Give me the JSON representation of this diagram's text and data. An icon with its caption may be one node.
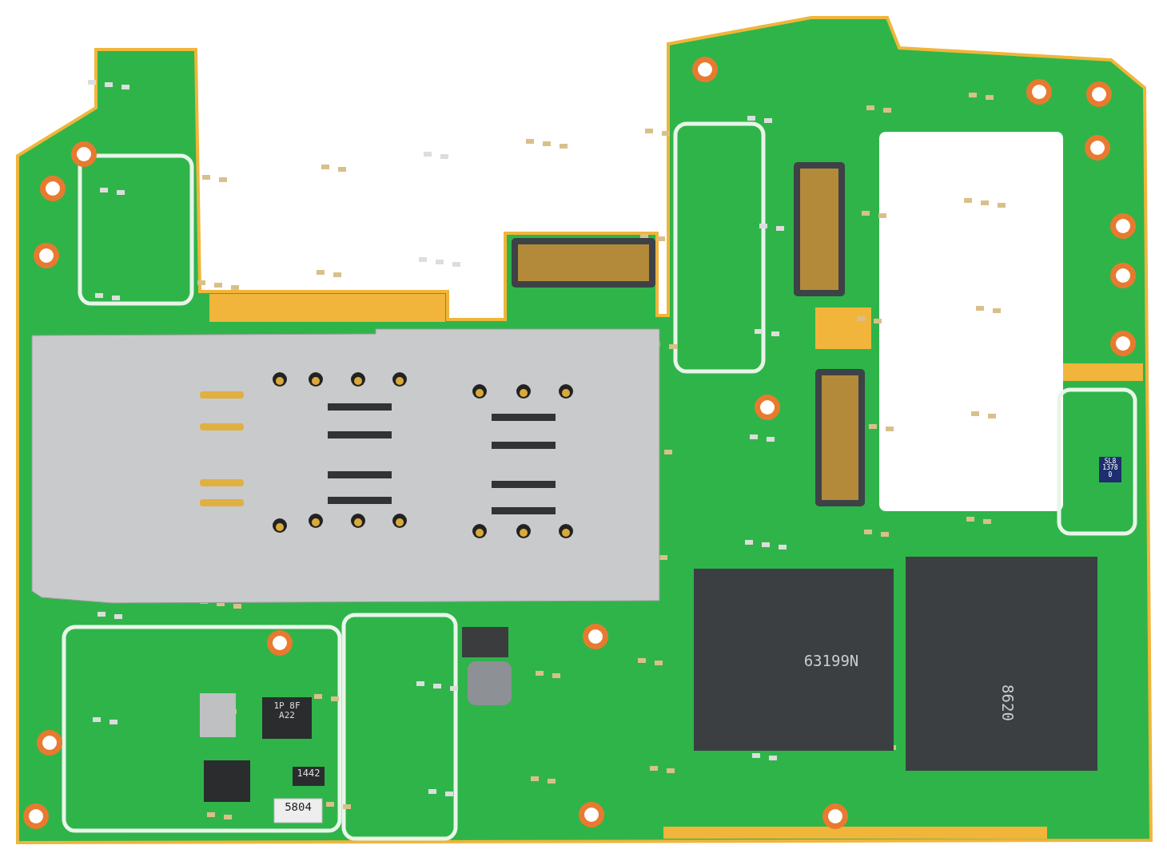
{
  "diagram": {
    "labels": [
      "SL8 1378 0",
      "1P 8F A22",
      "1442",
      "5804",
      "63199N",
      "8620"
    ]
  }
}
